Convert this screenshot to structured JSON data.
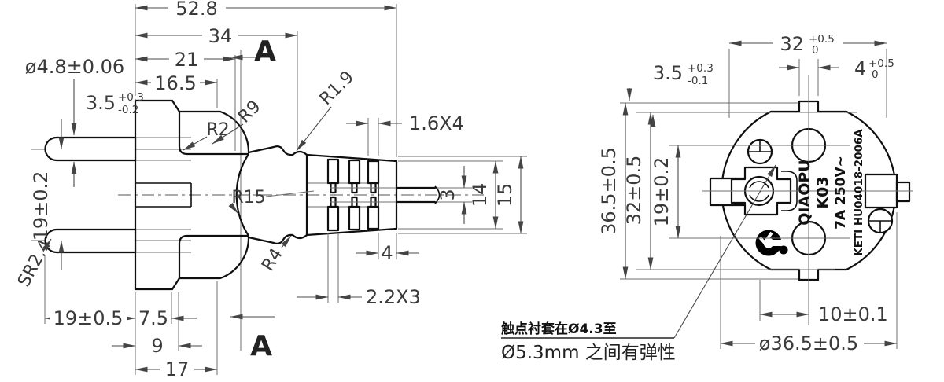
{
  "colors": {
    "outline": "#0f0f0f",
    "dim_line": "#4a4a4a",
    "dim_text": "#3a3a3a",
    "background": "#ffffff"
  },
  "left": {
    "d528": "52.8",
    "d34": "34",
    "d21": "21",
    "d165": "16.5",
    "pin_dia": "ø4.8±0.06",
    "step": {
      "v": "3.5",
      "up": "+0.3",
      "dn": "-0.2"
    },
    "r2": "R2",
    "r9": "R9",
    "r19": "R1.9",
    "r15": "R15",
    "r4": "R4",
    "rib": "1.6X4",
    "slot": "2.2X3",
    "seg4": "4",
    "cable3": "3",
    "d14": "14",
    "d15": "15",
    "pitch": "19±0.2",
    "pinlen": "19±0.5",
    "d75": "7.5",
    "d9": "9",
    "d17": "17",
    "sr": "SR2.4",
    "section": "A"
  },
  "right": {
    "w32": {
      "v": "32",
      "up": "+0.5",
      "dn": "0"
    },
    "step": {
      "v": "3.5",
      "up": "+0.3",
      "dn": "-0.1"
    },
    "notch": {
      "v": "4",
      "up": "+0.5",
      "dn": "0"
    },
    "h365": "36.5±0.5",
    "h32": "32±0.5",
    "pitch": "19±0.2",
    "off10": "10±0.1",
    "dia": "ø36.5±0.5",
    "brand": "QIAOPU",
    "model": "K03",
    "rating": "7A 250V~",
    "cert": "KETI HU04018-2006A"
  },
  "note": {
    "line1": "触点衬套在Ø4.3至",
    "line2": "Ø5.3mm 之间有弹性"
  }
}
